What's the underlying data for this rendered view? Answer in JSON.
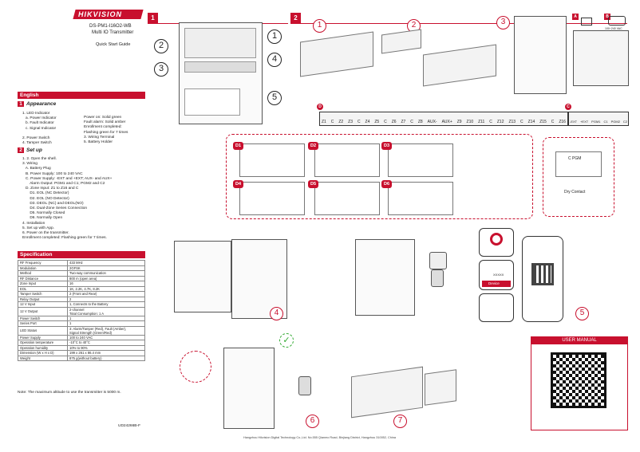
{
  "brand": "HIKVISION",
  "model": "DS-PM1-I16O2-WB",
  "product": "Multi IO Transmitter",
  "guide": "Quick Start Guide",
  "language": "English",
  "section1": "1",
  "section2": "2",
  "appearance": {
    "num": "1",
    "title": "Appearance",
    "left": "1. LED Indicator\n   a. Power Indicator\n   b. Fault Indicator\n   c. Signal Indicator\n\n2. Power Switch\n4. Tamper Switch",
    "right": "Power on: Solid green\nFault alarm: Solid amber\nEnrollment completed:\nFlashing green for 7 times\n3. Wiring Terminal\n5. Battery Holder"
  },
  "setup": {
    "num": "2",
    "title": "Set up",
    "text": "1. 2. Open the shell.\n3. Wiring\n   A. Battery Plug\n   B. Power Supply: 100 to 240 VAC\n   C. Power Supply: -EXT and +EXT; AUX- and AUX+\n       Alarm Output: PGM1 and C1; PGM2 and C2\n   D. Zone Input: Z1 to Z16 and C\n       D1. EOL (NC Detector)\n       D2. EOL (NO Detector)\n       D3. DEOL (NC) and DEOL(NO)\n       D4. Dual-Zone Series Connection\n       D5. Normally Closed\n       D6. Normally Open\n4. Installation\n5. Set up with App.\n6. Power on the transmitter.\nEnrollment completed: Flashing green for 7 times."
  },
  "specification": {
    "title": "Specification",
    "rows": [
      [
        "RF Frequency",
        "433 MHz"
      ],
      [
        "Modulation",
        "2GFSK"
      ],
      [
        "Method",
        "Two-way communication"
      ],
      [
        "RF Distance",
        "800 m (open area)"
      ],
      [
        "Zone Input",
        "16"
      ],
      [
        "EOL",
        "1K, 2.2K, 4.7K, 8.2K"
      ],
      [
        "Tamper Switch",
        "2 (Front and Rear)"
      ],
      [
        "Relay Output",
        "2"
      ],
      [
        "12 V Input",
        "1, Connects to the Battery"
      ],
      [
        "12 V Output",
        "2-channel\nTotal Consumption: 1 A"
      ],
      [
        "Power Switch",
        "1"
      ],
      [
        "Series Port",
        "1"
      ],
      [
        "LED Status",
        "3: Alarm/Tamper (Red), Fault (Amber),\nSignal Strength (Green/Red)"
      ],
      [
        "Power Supply",
        "100 to 240 VAC"
      ],
      [
        "Operation temperature",
        "-10°C to 40°C"
      ],
      [
        "Operation humidity",
        "10% to 90%"
      ],
      [
        "Dimension (W x H x D)",
        "199 x 261 x 86.4 mm"
      ],
      [
        "Weight",
        "875 g(without battery)"
      ]
    ],
    "note": "Note: The maximum altitude to use the transmitter is 5000 m."
  },
  "doc_code": "UD24266B-F",
  "callouts": {
    "c1": "1",
    "c2": "2",
    "c3": "3",
    "c4": "4",
    "c5": "5"
  },
  "steps": {
    "s1": "1",
    "s2": "2",
    "s3": "3",
    "s4": "4",
    "s5": "5",
    "s6": "6",
    "s7": "7"
  },
  "letters": {
    "a": "A",
    "b": "B",
    "c": "C",
    "d": "D",
    "d1": "D1",
    "d2": "D2",
    "d3": "D3",
    "d4": "D4",
    "d5": "D5",
    "d6": "D6"
  },
  "terminals_d": [
    "Z1",
    "C",
    "Z2",
    "Z3",
    "C",
    "Z4",
    "Z5",
    "C",
    "Z6",
    "Z7",
    "C",
    "Z8",
    "AUX-",
    "AUX+",
    "Z9",
    "Z10",
    "Z11",
    "C",
    "Z12",
    "Z13",
    "C",
    "Z14",
    "Z15",
    "C",
    "Z16"
  ],
  "terminals_c": [
    "-EXT",
    "+EXT",
    "PGM1",
    "C1",
    "PGM2",
    "C2"
  ],
  "ac_labels": "100~240 VAC",
  "dry_contact": "Dry Contact",
  "pgm_label": "C  PGM",
  "app": {
    "device": "Device",
    "serial": "XXXXX"
  },
  "user_manual": "USER MANUAL",
  "footer": "Hangzhou Hikvision Digital Technology Co.,Ltd. No.555 Qianmo Road, Binjiang District, Hangzhou 310052, China",
  "colors": {
    "brand_red": "#c8102e"
  }
}
